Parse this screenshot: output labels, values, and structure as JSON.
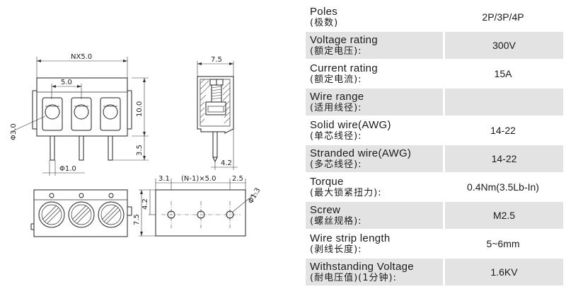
{
  "drawing": {
    "dims": {
      "nx5": "NX5.0",
      "pitch": "5.0",
      "height10": "10.0",
      "pin35": "3.5",
      "dia30": "Φ3.0",
      "pin_dia": "Φ1.0",
      "depth75": "7.5",
      "side42": "4.2",
      "off31": "3.1",
      "n1x5": "(N-1)×5.0",
      "off25": "2.5",
      "hole13": "Φ1.3",
      "bot42": "4.2",
      "bot75": "7.5"
    }
  },
  "specs": [
    {
      "en": "Poles",
      "cn": "(极数)",
      "value": "2P/3P/4P"
    },
    {
      "en": "Voltage rating",
      "cn": "(额定电压):",
      "value": "300V"
    },
    {
      "en": "Current rating",
      "cn": "(额定电流):",
      "value": "15A"
    },
    {
      "en": "Wire range",
      "cn": "(适用线径):",
      "value": ""
    },
    {
      "en": "Solid wire(AWG)",
      "cn": "(单芯线径):",
      "value": "14-22"
    },
    {
      "en": "Stranded wire(AWG)",
      "cn": "(多芯线径):",
      "value": "14-22"
    },
    {
      "en": "Torque",
      "cn": "(最大锁紧扭力):",
      "value": "0.4Nm(3.5Lb-In)"
    },
    {
      "en": "Screw",
      "cn": "(螺丝规格):",
      "value": "M2.5"
    },
    {
      "en": "Wire strip length",
      "cn": "(剥线长度):",
      "value": "5~6mm"
    },
    {
      "en": "Withstanding Voltage",
      "cn": "(耐电压值)(1分钟):",
      "value": "1.6KV"
    }
  ]
}
